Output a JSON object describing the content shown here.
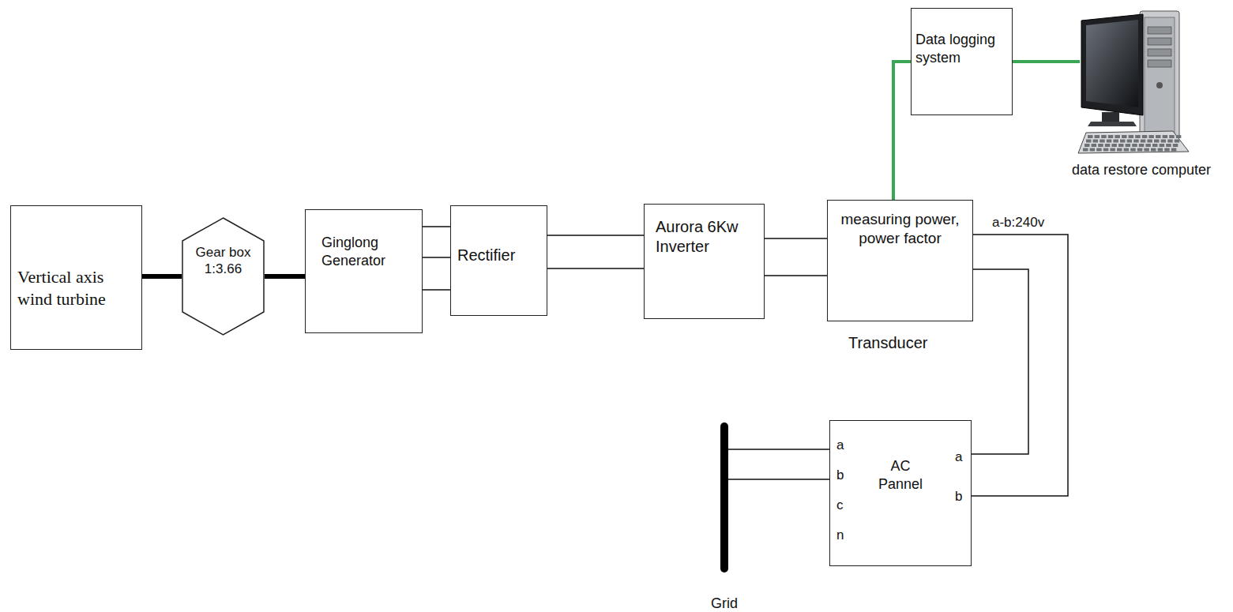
{
  "diagram": {
    "nodes": [
      {
        "text": [
          "Vertical axis wind turbine"
        ]
      },
      {
        "text": [
          "Gear box 1:3.66"
        ]
      },
      {
        "text": [
          "Ginglong Generator"
        ]
      },
      {
        "text": [
          "Rectifier"
        ]
      },
      {
        "text": [
          "Aurora 6Kw Inverter"
        ]
      },
      {
        "text": [
          "measuring power, power factor",
          "Transducer"
        ]
      },
      {
        "text": [
          "Data logging system"
        ]
      },
      {
        "text": [
          "data restore computer"
        ]
      },
      {
        "text": [
          "AC Pannel",
          "a",
          "b",
          "c",
          "n",
          "a",
          "b"
        ]
      },
      {
        "text": [
          "Grid"
        ]
      }
    ],
    "edges": [
      {
        "from": 0,
        "to": 1,
        "arrow": "none"
      },
      {
        "from": 1,
        "to": 2,
        "arrow": "none"
      },
      {
        "from": 2,
        "to": 3,
        "arrow": "none"
      },
      {
        "from": 3,
        "to": 4,
        "arrow": "none"
      },
      {
        "from": 4,
        "to": 5,
        "arrow": "none"
      },
      {
        "from": 5,
        "to": 6,
        "arrow": "none"
      },
      {
        "from": 6,
        "to": 7,
        "arrow": "none"
      },
      {
        "from": 5,
        "to": 8,
        "arrow": "none"
      },
      {
        "from": 8,
        "to": 9,
        "arrow": "none"
      }
    ],
    "labels": [
      "a-b:240v"
    ]
  }
}
